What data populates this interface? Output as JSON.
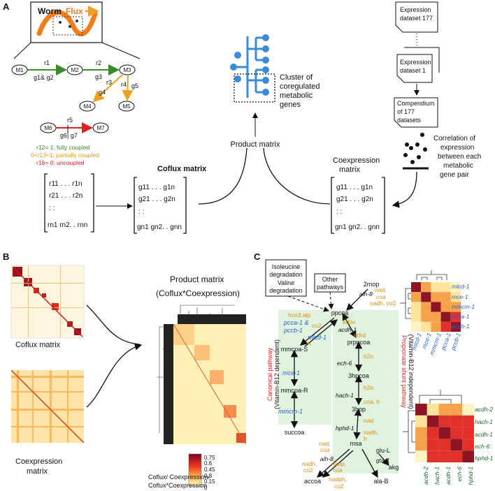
{
  "panels": {
    "a": "A",
    "b": "B",
    "c": "C"
  },
  "colors": {
    "green": "#3a8a2a",
    "orange": "#f0a020",
    "red": "#e02020",
    "blue": "#2a5fd6",
    "shade": "#dff3df",
    "dark_green": "#1e6a2a",
    "orange_text": "#e08a10"
  },
  "panel_a": {
    "logo_worm": "Worm",
    "logo_flux": "Flux",
    "nodes": [
      "M1",
      "M2",
      "M3",
      "M4",
      "M5",
      "M6",
      "M7"
    ],
    "reactions": {
      "r1": "r1",
      "r2": "r2",
      "r3": "r3",
      "r4": "r4",
      "r5": "r5"
    },
    "genes": {
      "g1g2": "g1& g2",
      "g3": "g3",
      "g4": "g4",
      "g5": "g5",
      "g6g7": "g6| g7"
    },
    "legend": [
      "r12= 1: fully coupled",
      "0<r13<1: partially coupled",
      "r16= 0: uncoupled"
    ],
    "coflux_title": "Coflux matrix",
    "product_title": "Product matrix",
    "cluster_label": [
      "Cluster of",
      "coregulated",
      "metabolic",
      "genes"
    ],
    "coexpr_title": [
      "Coexpression",
      "matrix"
    ],
    "dataset_top": [
      "Expression",
      "dataset 177"
    ],
    "dataset_bottom": [
      "Expression",
      "dataset 1"
    ],
    "compendium": [
      "Compendium",
      "of 177",
      "datasets"
    ],
    "correlation": [
      "Correlation of",
      "expression",
      "between each",
      "metabolic",
      "gene pair"
    ],
    "r_matrix": [
      "r11 . . . r1n",
      "r21 . . . r2n",
      ":          :",
      "rn1 rn2. . rnn"
    ],
    "g_matrix": [
      "g11 . . . g1n",
      "g21 . . . g2n",
      ":          :",
      "gn1 gn2. . gnn"
    ]
  },
  "panel_b": {
    "coflux_label": "Coflux matrix",
    "coexpr_label": [
      "Coexpression",
      "matrix"
    ],
    "product_title": [
      "Product matrix",
      "(Coflux*Coexpression)"
    ],
    "colorbar_ticks": [
      "0.75",
      "0.6",
      "0.45",
      "0.3",
      "0.15",
      "0"
    ],
    "colorbar_label": [
      "Coflux/ Coexpression/",
      "Coflux*Coexpression"
    ]
  },
  "panel_c": {
    "box_iso": [
      "Isoleucine",
      "degradation",
      "Valine",
      "degradation"
    ],
    "box_other": [
      "Other",
      "pathways"
    ],
    "metabolites": [
      "2mop",
      "ppcoa",
      "mmcoa-S",
      "mmcoa-R",
      "succoa",
      "prpncoa",
      "3hpcoa",
      "3hpp",
      "msa",
      "accoa",
      "ala-B",
      "akg",
      "glu-L"
    ],
    "blue_genes": [
      "pcca-1 &",
      "pccb-1",
      "mlcd-1",
      "mce-1",
      "mmcm-1"
    ],
    "dark_genes": [
      "alh-8",
      "acdh-1",
      "ech-6",
      "hach-1",
      "hphd-1",
      "alh-8",
      "gta-1"
    ],
    "orange_labels": [
      "nad,",
      "coa",
      "nadh, co2",
      "hco3,atp",
      "co2",
      "h",
      "etfox",
      "etfrd",
      "h2o",
      "h2o",
      "coa, h",
      "nad",
      "nadh,",
      "h",
      "nad,",
      "coa",
      "nadh,",
      "co2",
      "nadp,",
      "coa",
      "nadph,",
      "co2"
    ],
    "canonical": [
      "Canonical pathway",
      "(Vitamin-B12 dependent)"
    ],
    "shunt": [
      "Propionate shunt pathway",
      "(Vitamin-B12 independent)"
    ],
    "heatmap1_genes": [
      "mlcd-1",
      "mce-1",
      "mmcm-1",
      "pcca-1",
      "pccb-1"
    ],
    "heatmap2_genes": [
      "acdh-2",
      "hach-1",
      "acdh-1",
      "ech-6",
      "hphd-1"
    ]
  }
}
